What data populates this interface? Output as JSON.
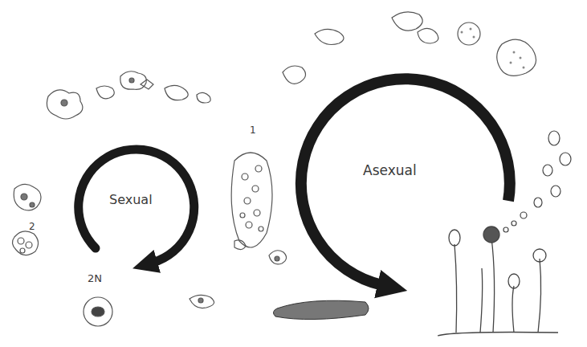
{
  "diagram": {
    "labels": [
      "Sexual",
      "Asexual",
      "2N",
      "1",
      "2"
    ]
  }
}
